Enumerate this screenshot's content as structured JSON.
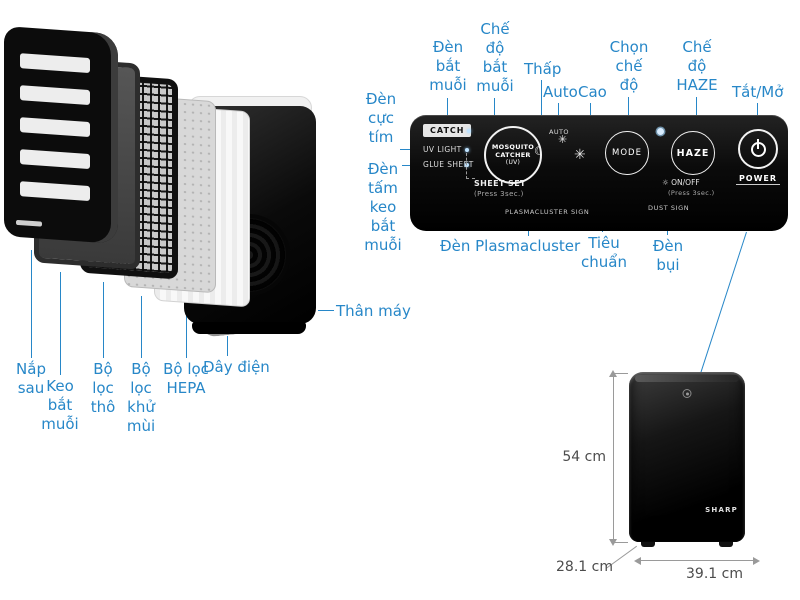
{
  "colors": {
    "accent": "#2787c8"
  },
  "exploded": {
    "labels": {
      "nap_sau": "Nắp sau",
      "keo_bat_muoi": "Keo bắt muỗi",
      "bo_loc_tho": "Bộ lọc thô",
      "bo_loc_khu_mui": "Bộ lọc khử mùi",
      "bo_loc_hepa": "Bộ lọc HEPA",
      "day_dien": "Dây điện",
      "than_may": "Thân máy"
    }
  },
  "panel": {
    "callouts": {
      "den_bat_muoi": "Đèn bắt muỗi",
      "che_do_bat_muoi": "Chế độ bắt muỗi",
      "thap": "Thấp",
      "auto": "Auto",
      "cao": "Cao",
      "chon_che_do": "Chọn chế độ",
      "che_do_haze": "Chế độ HAZE",
      "tat_mo": "Tắt/Mở",
      "den_cuc_tim": "Đèn cực tím",
      "den_tam_keo": "Đèn tấm keo bắt muỗi",
      "den_plasmacluster": "Đèn Plasmacluster",
      "tieu_chuan": "Tiêu chuẩn",
      "den_bui": "Đèn bụi"
    },
    "text": {
      "catch": "CATCH",
      "uv_light": "UV LIGHT",
      "glue_sheet": "GLUE SHEET",
      "mosquito_1": "MOSQUITO",
      "mosquito_2": "CATCHER",
      "mosquito_3": "(UV)",
      "sheet_set": "SHEET SET",
      "press3": "(Press 3sec.)",
      "auto": "AUTO",
      "mode": "MODE",
      "haze": "HAZE",
      "on_off": "ON/OFF",
      "power": "POWER",
      "plasmacluster_sign": "PLASMACLUSTER SIGN",
      "dust_sign": "DUST SIGN"
    },
    "icons": {
      "moon": "☾",
      "fan": "✳",
      "sun": "☼"
    }
  },
  "product": {
    "brand": "SHARP",
    "dimensions": {
      "height": "54 cm",
      "depth": "28.1 cm",
      "width": "39.1 cm"
    }
  }
}
